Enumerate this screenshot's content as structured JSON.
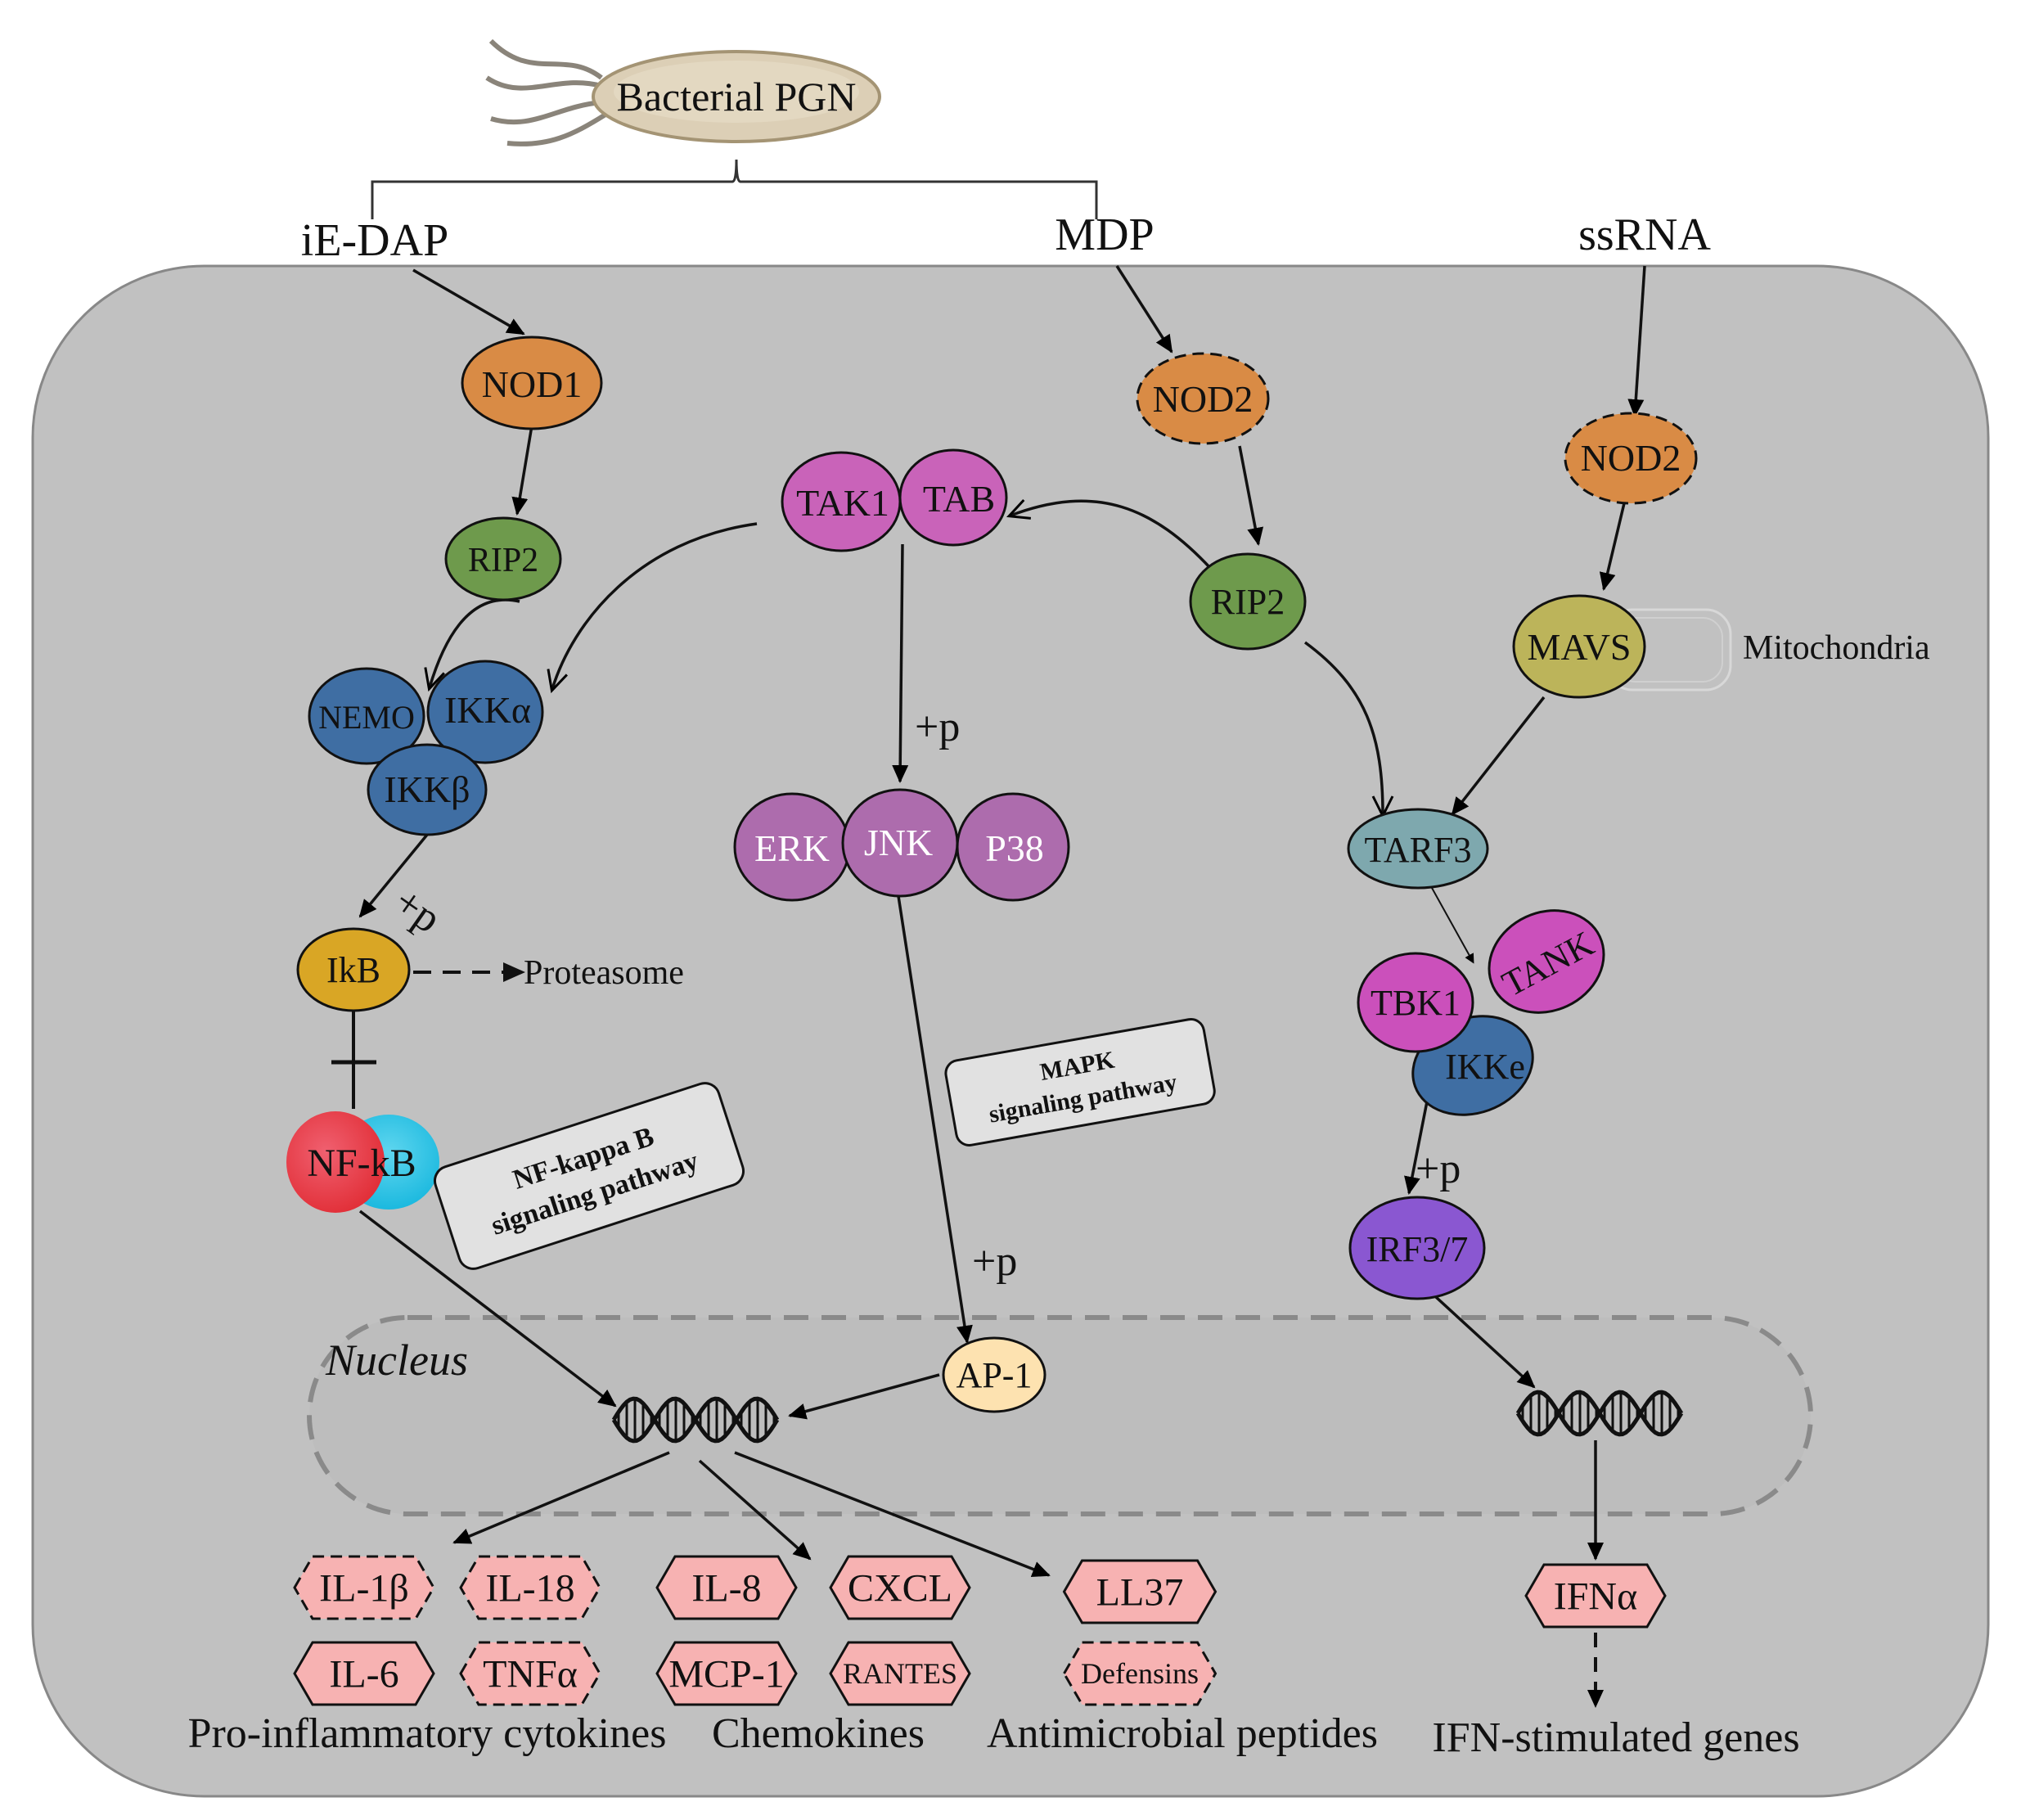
{
  "labels": {
    "bacteria": "Bacterial PGN",
    "ie_dap": "iE-DAP",
    "mdp": "MDP",
    "ssrna": "ssRNA",
    "mitochondria": "Mitochondria",
    "proteasome": "Proteasome",
    "nucleus": "Nucleus",
    "p1": "+p",
    "p2": "+p",
    "p3": "+p",
    "p4": "+p",
    "pro_inflammatory": "Pro-inflammatory cytokines",
    "chemokines": "Chemokines",
    "antimicrobial": "Antimicrobial peptides",
    "ifn_genes": "IFN-stimulated genes"
  },
  "nodes": {
    "nod1": "NOD1",
    "rip2_left": "RIP2",
    "nemo": "NEMO",
    "ikka": "IKKα",
    "ikkb": "IKKβ",
    "ikb": "IkB",
    "nfkb": "NF-kB",
    "tak1": "TAK1",
    "tab": "TAB",
    "erk": "ERK",
    "jnk": "JNK",
    "p38": "P38",
    "ap1": "AP-1",
    "nod2_mid": "NOD2",
    "rip2_right": "RIP2",
    "nod2_right": "NOD2",
    "mavs": "MAVS",
    "tarf3": "TARF3",
    "tbk1": "TBK1",
    "tank": "TANK",
    "ikke": "IKKe",
    "irf37": "IRF3/7"
  },
  "pathway_boxes": {
    "nfkb_line1": "NF-kappa B",
    "nfkb_line2": "signaling pathway",
    "mapk_line1": "MAPK",
    "mapk_line2": "signaling pathway"
  },
  "products": {
    "il1b": "IL-1β",
    "il18": "IL-18",
    "il6": "IL-6",
    "tnfa": "TNFα",
    "il8": "IL-8",
    "cxcl": "CXCL",
    "mcp1": "MCP-1",
    "rantes": "RANTES",
    "ll37": "LL37",
    "defensins": "Defensins",
    "ifna": "IFNα"
  },
  "colors": {
    "cell": "#c1c1c1",
    "nod": "#d98b45",
    "rip2": "#6e9a4c",
    "ikk": "#3f6ea3",
    "ikb": "#d9a625",
    "nfkb_red": "#e8323c",
    "nfkb_cyan": "#1bbfe3",
    "tak": "#c963b9",
    "mapk": "#ad6cad",
    "ap1": "#fde2b0",
    "mavs": "#bcb45a",
    "tarf3": "#7ea8ae",
    "tbk": "#cb50bb",
    "irf": "#8a57d1",
    "product": "#f7b2b2",
    "pathway_box": "#e1e1e1"
  }
}
